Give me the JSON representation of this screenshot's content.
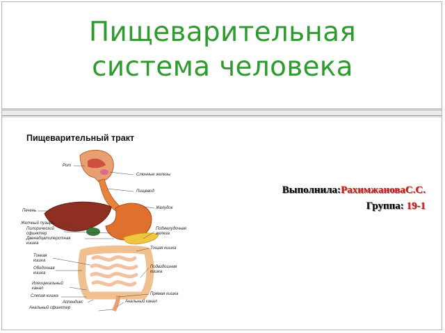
{
  "slide": {
    "title_line1": "Пищеварительная",
    "title_line2": "система человека",
    "author_label": "Выполнила:",
    "author_name": "РахимжановаС.С.",
    "group_label": "Группа: ",
    "group_value": "19-1"
  },
  "diagram": {
    "title": "Пищеварительный тракт",
    "labels": {
      "mouth": "Рот",
      "salivary": "Слюнные железы",
      "esophagus": "Пищевод",
      "stomach": "Желудок",
      "liver": "Печень",
      "gallbladder": "Желчный пузырь",
      "pyloric_1": "Пилорический",
      "pyloric_2": "сфинктер",
      "duodenum_1": "Двенадцатиперстная",
      "duodenum_2": "кишка",
      "pancreas_1": "Поджелудочная",
      "pancreas_2": "железа",
      "jejunum": "Тощая кишка",
      "small_int_1": "Тонкая",
      "small_int_2": "кишка",
      "transverse_1": "Ободочная",
      "transverse_2": "кишка",
      "ileum_1": "Подвздошная",
      "ileum_2": "кишка",
      "ileocecal_1": "Илеоцекальный",
      "ileocecal_2": "канал",
      "cecum": "Слепая кишка",
      "rectum": "Прямая кишка",
      "appendix": "Аппендикс",
      "anal_canal": "Анальный канал",
      "anal_sphincter": "Анальный сфинктер"
    }
  },
  "colors": {
    "title_green": "#2e9b2e",
    "accent_red": "#d01818"
  }
}
